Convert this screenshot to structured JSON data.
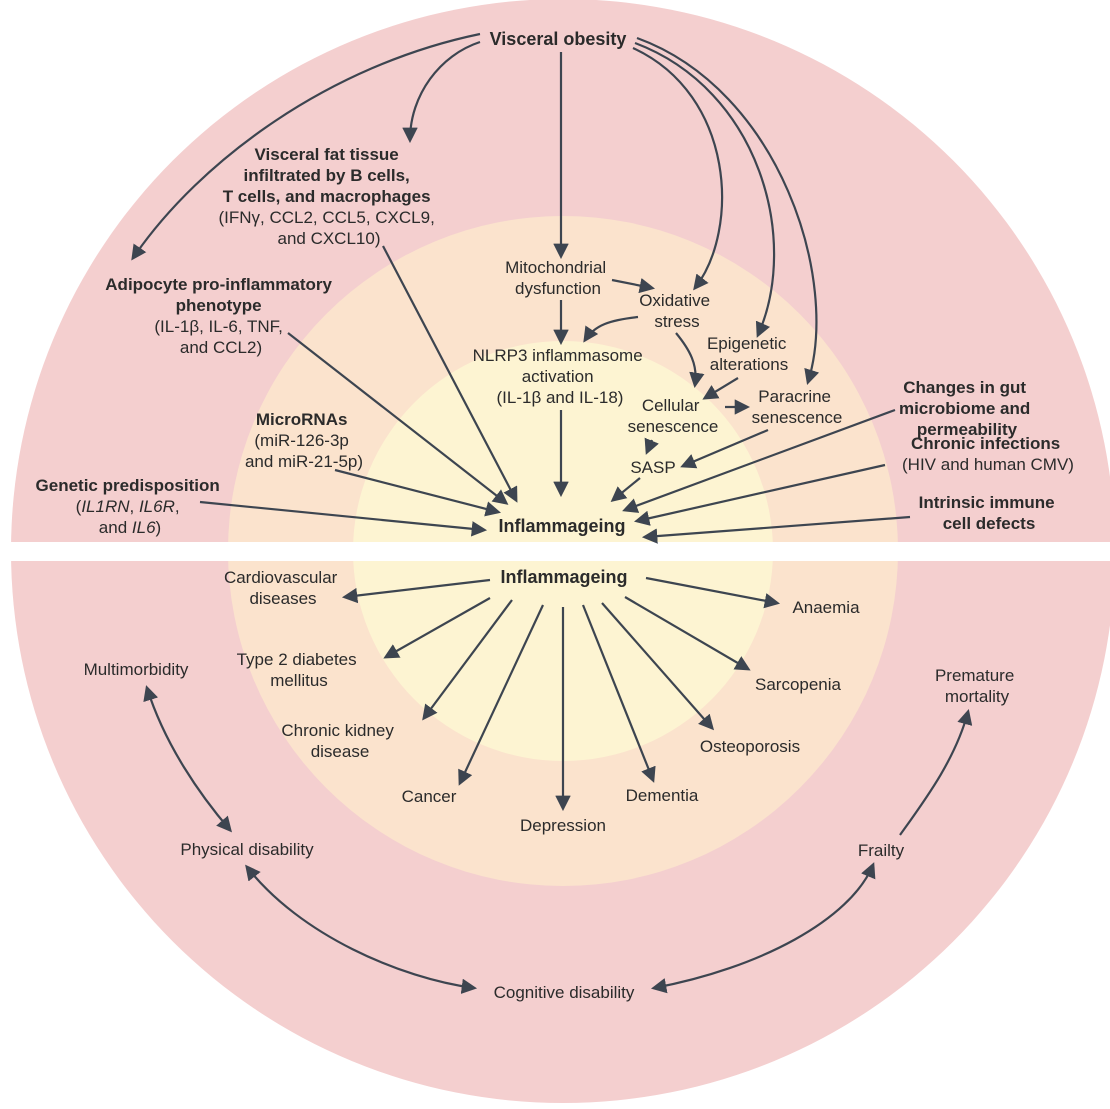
{
  "colors": {
    "outer_ring": "#f4cfcf",
    "middle_ring": "#fbe3cd",
    "inner_ring": "#fdf4d2",
    "arrow": "#3d4550",
    "text": "#2b2b2b",
    "gap": "#ffffff"
  },
  "top": {
    "visceral_obesity": "Visceral obesity",
    "fat_tissue": [
      "Visceral fat tissue",
      "infiltrated by B cells,",
      "T cells, and macrophages",
      "(IFNγ, CCL2, CCL5, CXCL9,",
      "and CXCL10)"
    ],
    "adipocyte": [
      "Adipocyte pro-inflammatory",
      "phenotype",
      "(IL-1β, IL-6, TNF,",
      "and CCL2)"
    ],
    "microRNAs": [
      "MicroRNAs",
      "(miR-126-3p",
      "and miR-21-5p)"
    ],
    "genetic": [
      "Genetic predisposition",
      "(",
      "IL1RN",
      ", ",
      "IL6R",
      ",",
      "and ",
      "IL6",
      ")"
    ],
    "mitochondrial": [
      "Mitochondrial",
      "dysfunction"
    ],
    "oxidative": [
      "Oxidative",
      "stress"
    ],
    "nlrp3": [
      "NLRP3 inflammasome",
      "activation",
      "(IL-1β and IL-18)"
    ],
    "epigenetic": [
      "Epigenetic",
      "alterations"
    ],
    "cellular": [
      "Cellular",
      "senescence"
    ],
    "paracrine": [
      "Paracrine",
      "senescence"
    ],
    "sasp": "SASP",
    "gut": [
      "Changes in gut",
      "microbiome and",
      "permeability"
    ],
    "infections": [
      "Chronic infections",
      "(HIV and human CMV)"
    ],
    "immune": [
      "Intrinsic immune",
      "cell defects"
    ],
    "center": "Inflammageing"
  },
  "bottom": {
    "center": "Inflammageing",
    "cardiovascular": [
      "Cardiovascular",
      "diseases"
    ],
    "diabetes": [
      "Type 2 diabetes",
      "mellitus"
    ],
    "kidney": [
      "Chronic kidney",
      "disease"
    ],
    "cancer": "Cancer",
    "depression": "Depression",
    "dementia": "Dementia",
    "osteoporosis": "Osteoporosis",
    "sarcopenia": "Sarcopenia",
    "anaemia": "Anaemia",
    "multimorbidity": "Multimorbidity",
    "physical": "Physical disability",
    "cognitive": "Cognitive disability",
    "frailty": "Frailty",
    "premature": [
      "Premature",
      "mortality"
    ]
  }
}
